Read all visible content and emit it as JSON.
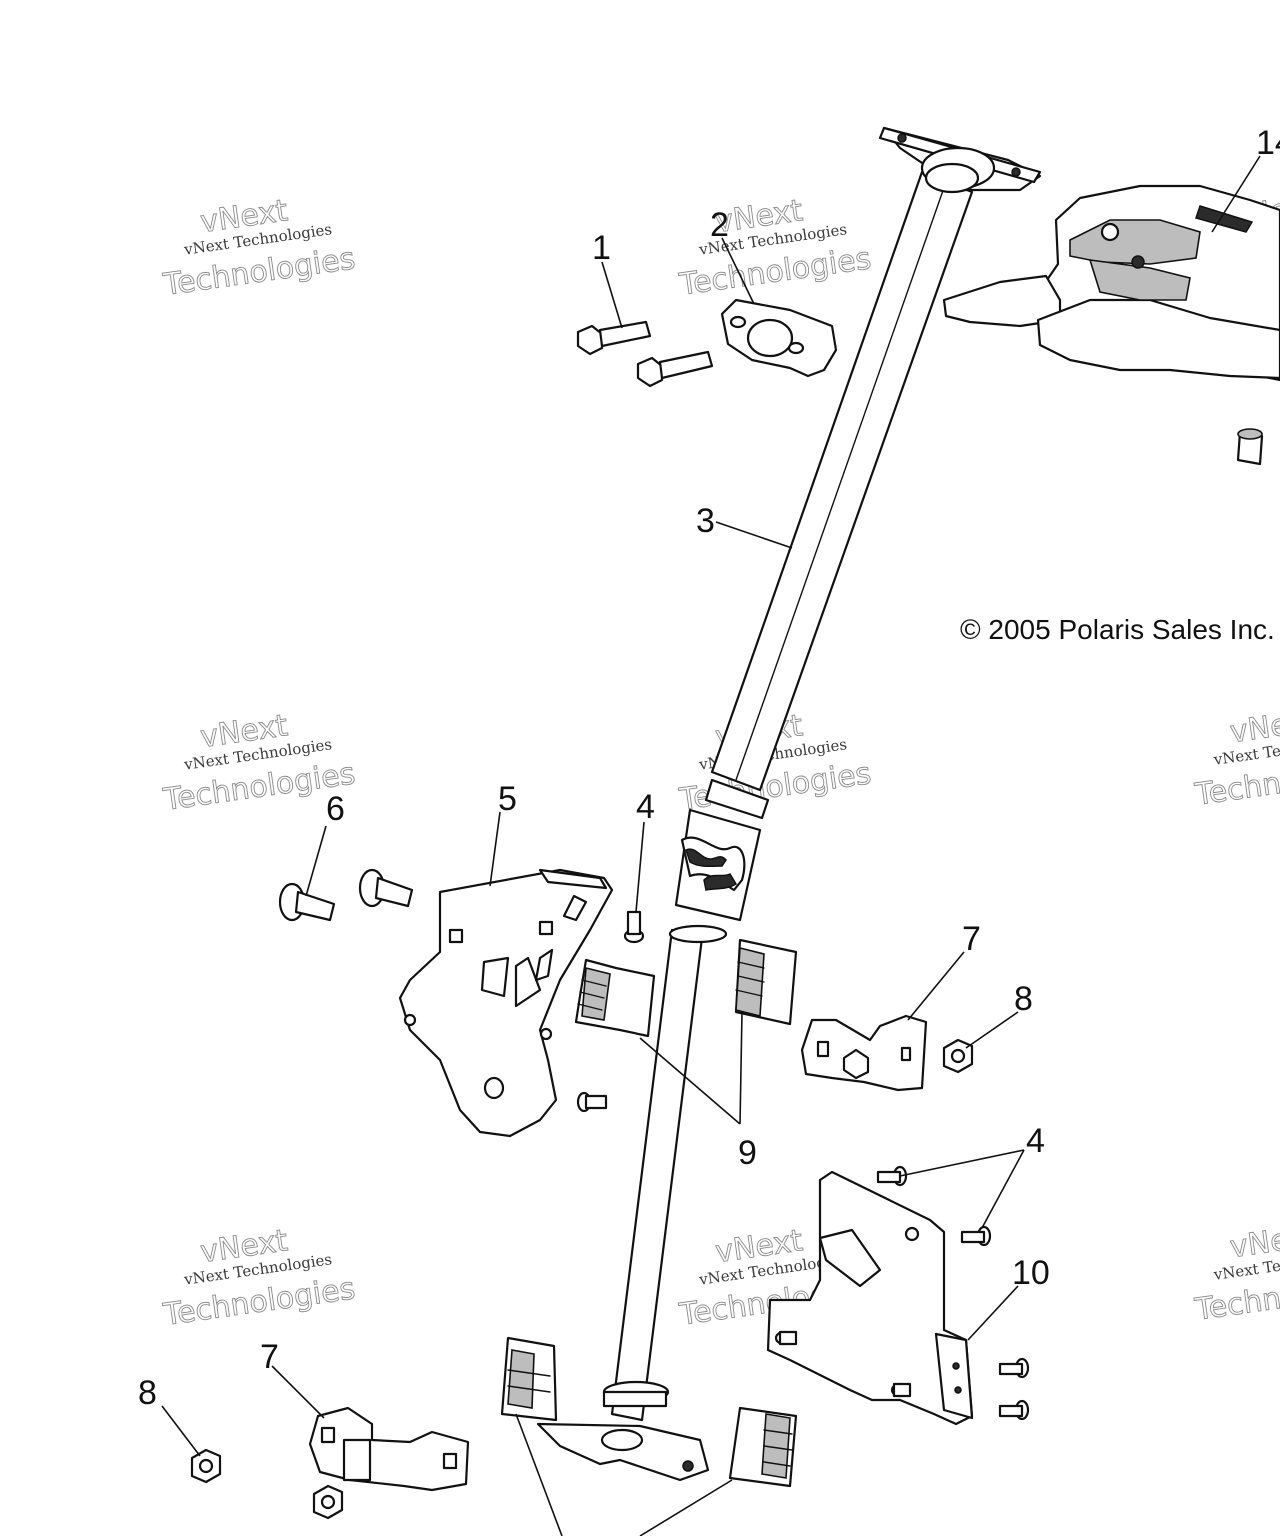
{
  "copyright": "© 2005 Polaris Sales Inc.",
  "watermark": {
    "line1": "vNext",
    "line2": "vNext Technologies",
    "line3": "Technologies"
  },
  "callouts": {
    "c1": "1",
    "c2": "2",
    "c3": "3",
    "c4a": "4",
    "c4b": "4",
    "c5": "5",
    "c6": "6",
    "c7a": "7",
    "c7b": "7",
    "c8a": "8",
    "c8b": "8",
    "c9": "9",
    "c10": "10",
    "c14": "14"
  },
  "colors": {
    "line": "#111111",
    "background": "#ffffff",
    "watermark": "#8a8a8a"
  }
}
